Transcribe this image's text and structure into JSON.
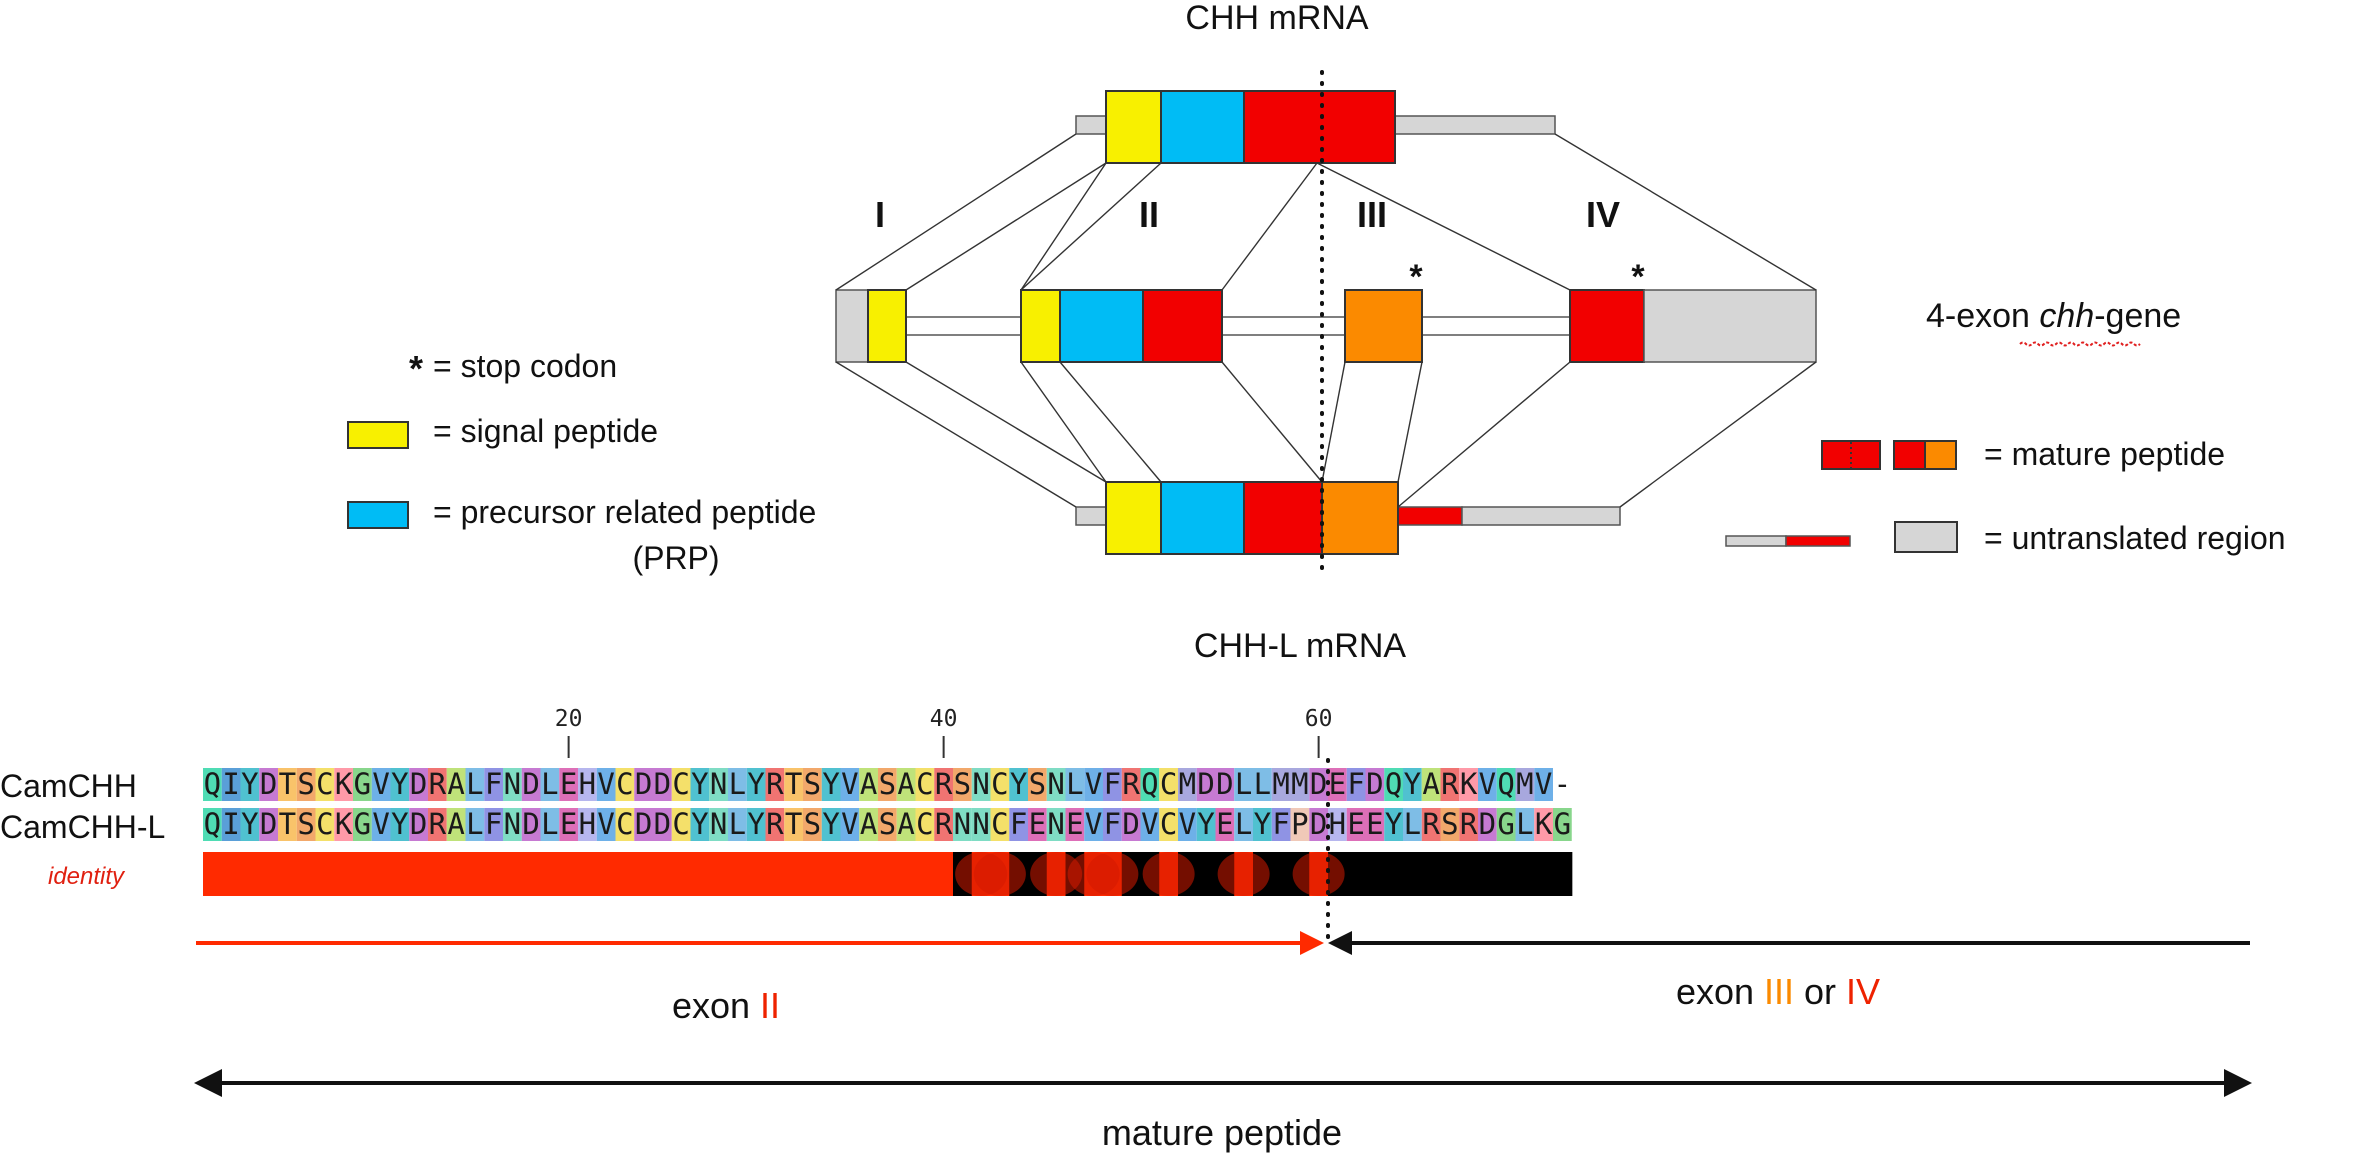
{
  "titles": {
    "chh_mrna": "CHH mRNA",
    "chhl_mrna": "CHH-L mRNA",
    "gene": "4-exon ",
    "gene_italic": "chh",
    "gene_suffix": "-gene"
  },
  "exon_labels": [
    "I",
    "II",
    "III",
    "IV"
  ],
  "stop_marker": "*",
  "legend": {
    "stop_codon": "= stop codon",
    "signal_peptide": "= signal peptide",
    "prp_line1": "= precursor related peptide",
    "prp_line2": "(PRP)",
    "mature_peptide": "= mature peptide",
    "untranslated": "= untranslated region"
  },
  "colors": {
    "signal": "#f8f000",
    "prp": "#00bcf5",
    "mature_red": "#f20000",
    "mature_orange": "#fb8a00",
    "utr": "#d6d6d6",
    "identity_red": "#ff2a00",
    "arrow_red": "#ff2a00"
  },
  "alignment": {
    "rows": [
      {
        "name": "CamCHH",
        "seq": "QIYDTSCKGVYDRALFNDLEHVCDDCYNLYRTSYVASACRSNCYSNLVFRQCMDDLLMMDEFDQYARKVQMV-"
      },
      {
        "name": "CamCHH-L",
        "seq": "QIYDTSCKGVYDRALFNDLEHVCDDCYNLYRTSYVASACRNNCFENEVFDVCVYELYFPDHEEYLRSRDGLKG"
      }
    ],
    "tick_positions": [
      "20",
      "40",
      "60"
    ],
    "identity_label": "identity"
  },
  "bottom": {
    "exon2_prefix": "exon ",
    "exon2_num": "II",
    "exon34_prefix": "exon ",
    "exon3_num": "III",
    "or_word": " or ",
    "exon4_num": "IV",
    "mature_peptide": "mature peptide"
  }
}
